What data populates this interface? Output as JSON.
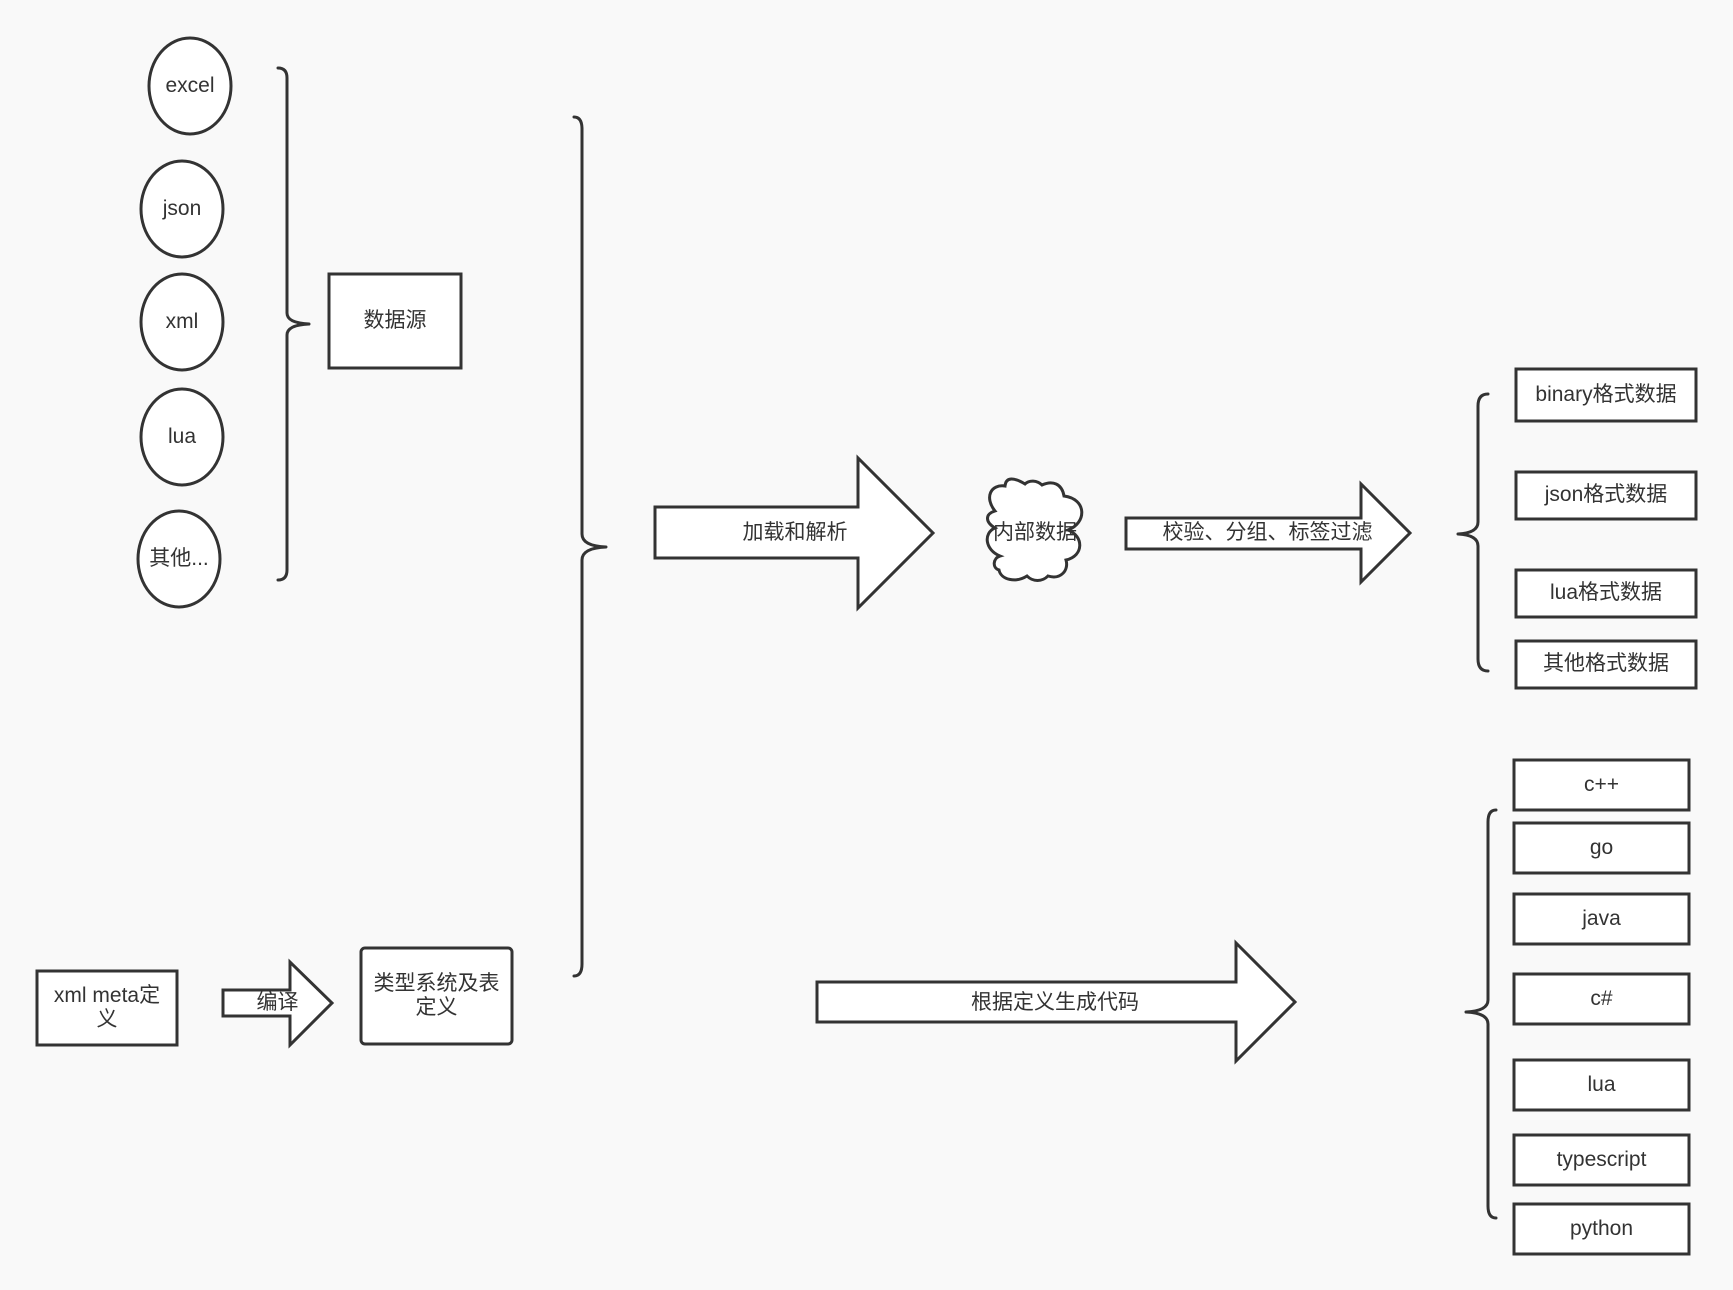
{
  "sources": {
    "excel": "excel",
    "json": "json",
    "xml": "xml",
    "lua": "lua",
    "other": "其他..."
  },
  "data_source_box": "数据源",
  "xml_meta_box": "xml meta定义",
  "compile_arrow": "编译",
  "type_system_box": "类型系统及表定义",
  "load_parse_arrow": "加载和解析",
  "internal_data_cloud": "内部数据",
  "validate_arrow": "校验、分组、标签过滤",
  "output_formats": {
    "binary": "binary格式数据",
    "json": "json格式数据",
    "lua": "lua格式数据",
    "other": "其他格式数据"
  },
  "codegen_arrow": "根据定义生成代码",
  "languages": {
    "cpp": "c++",
    "go": "go",
    "java": "java",
    "csharp": "c#",
    "lua": "lua",
    "typescript": "typescript",
    "python": "python"
  }
}
